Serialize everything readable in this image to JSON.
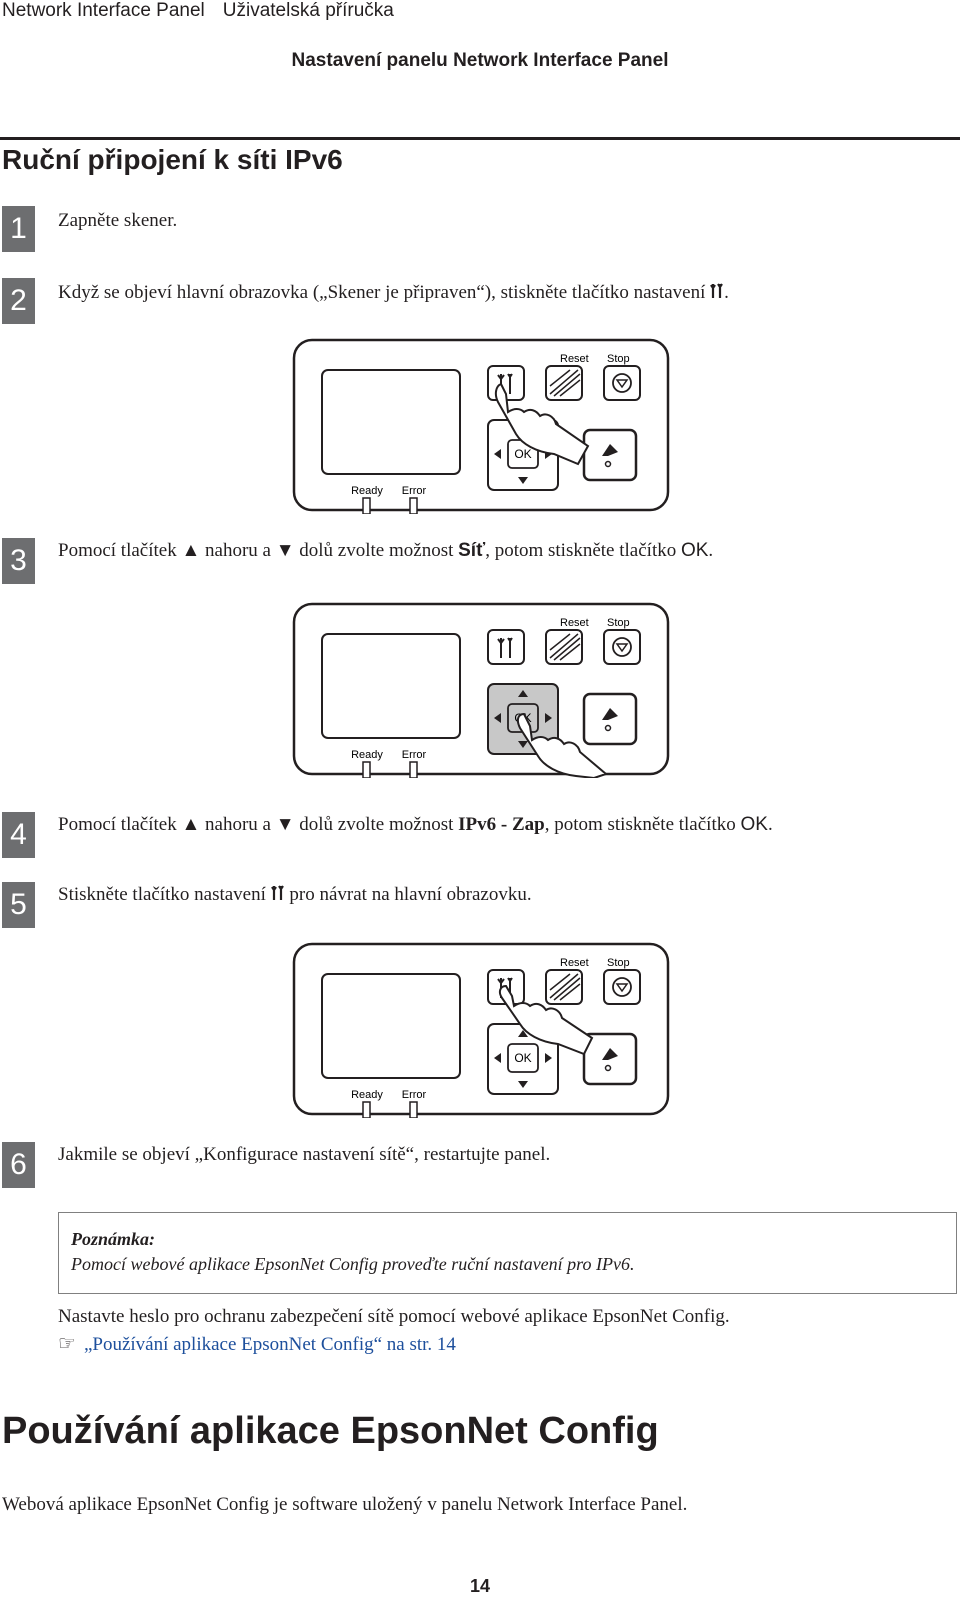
{
  "header": {
    "product": "Network Interface Panel",
    "manual": "Uživatelská příručka",
    "chapter": "Nastavení panelu Network Interface Panel"
  },
  "section_title": "Ruční připojení k síti IPv6",
  "steps": [
    {
      "num": "1",
      "text": "Zapněte skener."
    },
    {
      "num": "2",
      "text_a": "Když se objeví hlavní obrazovka („Skener je připraven“), stiskněte tlačítko nastavení ",
      "text_b": "."
    },
    {
      "num": "3",
      "text_a": "Pomocí tlačítek ▲ nahoru a ▼ dolů zvolte možnost ",
      "bold": "Síť",
      "text_b": ", potom stiskněte tlačítko ",
      "ok": "OK",
      "text_c": "."
    },
    {
      "num": "4",
      "text_a": "Pomocí tlačítek ▲ nahoru a ▼ dolů zvolte možnost ",
      "bold": "IPv6 - Zap",
      "text_b": ", potom stiskněte tlačítko ",
      "ok": "OK",
      "text_c": "."
    },
    {
      "num": "5",
      "text_a": "Stiskněte tlačítko nastavení ",
      "text_b": " pro návrat na hlavní obrazovku."
    },
    {
      "num": "6",
      "text": "Jakmile se objeví „Konfigurace nastavení sítě“, restartujte panel."
    }
  ],
  "panel": {
    "reset_label": "Reset",
    "stop_label": "Stop",
    "ok_label": "OK",
    "ready_label": "Ready",
    "error_label": "Error"
  },
  "note": {
    "title": "Poznámka:",
    "text": "Pomocí webové aplikace EpsonNet Config proveďte ruční nastavení pro IPv6."
  },
  "password_para": "Nastavte heslo pro ochranu zabezpečení sítě pomocí webové aplikace EpsonNet Config.",
  "link_text": "„Používání aplikace EpsonNet Config“ na str. 14",
  "heading2": "Používání aplikace EpsonNet Config",
  "body_para": "Webová aplikace EpsonNet Config je software uložený v panelu Network Interface Panel.",
  "page_number": "14",
  "colors": {
    "text": "#231f20",
    "step_box": "#6d6e70",
    "link": "#1d4f9c",
    "highlight": "#c8c8c8"
  }
}
